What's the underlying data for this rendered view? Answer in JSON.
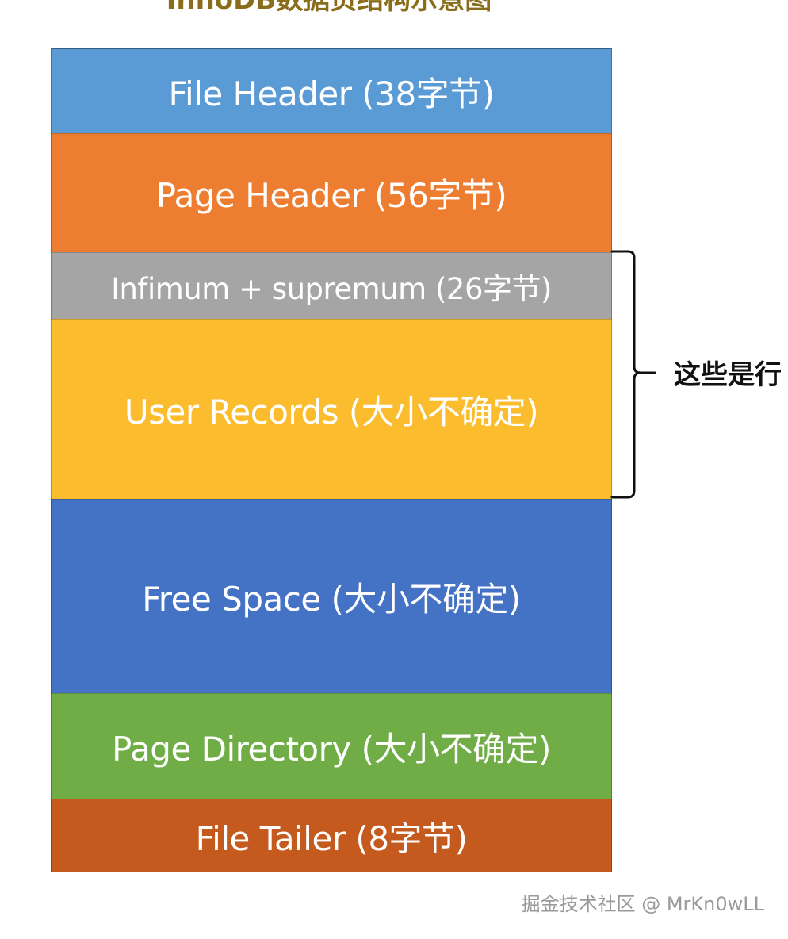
{
  "title": "InnoDB数据页结构示意图",
  "blocks": [
    {
      "label": "File Header (38字节)",
      "color": "#5b9bd5"
    },
    {
      "label": "Page Header (56字节)",
      "color": "#ed7d31"
    },
    {
      "label": "Infimum + supremum (26字节)",
      "color": "#a5a5a5"
    },
    {
      "label": "User Records (大小不确定)",
      "color": "#fbbc2e"
    },
    {
      "label": "Free Space (大小不确定)",
      "color": "#4472c4"
    },
    {
      "label": "Page Directory (大小不确定)",
      "color": "#70ad47"
    },
    {
      "label": "File Tailer (8字节)",
      "color": "#c55a1f"
    }
  ],
  "brace_label": "这些是行",
  "watermark": "掘金技术社区 @ MrKn0wLL",
  "colors": {
    "title": "#8a6d1a",
    "watermark": "#9a9a9a",
    "brace": "#111111"
  }
}
